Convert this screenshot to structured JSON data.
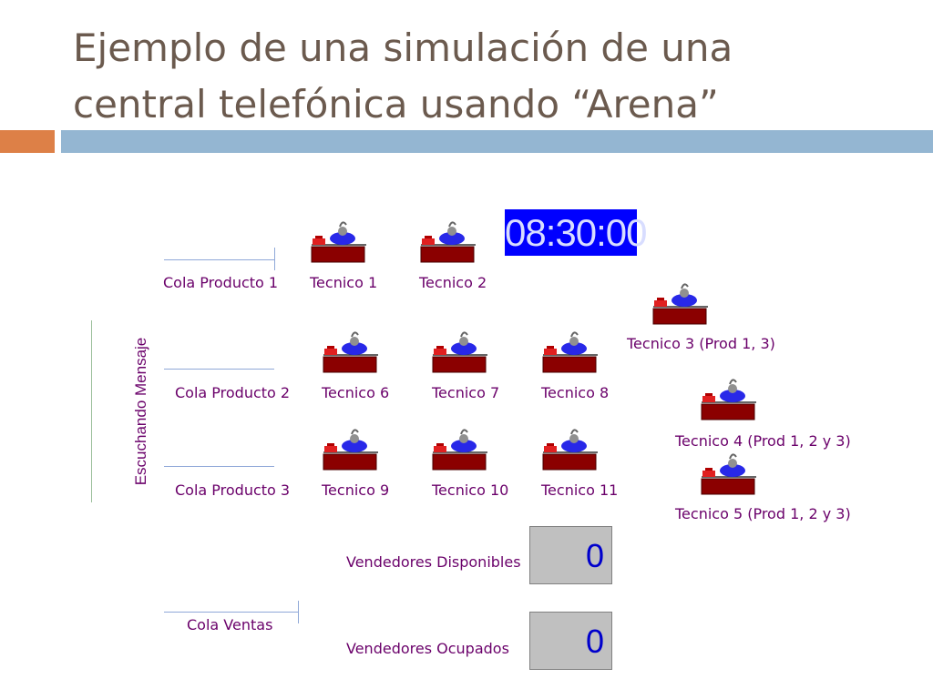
{
  "slide": {
    "title_line1": "Ejemplo de una simulación de una",
    "title_line2": "central telefónica usando “Arena”"
  },
  "clock": "08:30:00",
  "vertical_label": "Escuchando Mensaje",
  "queues": {
    "p1": "Cola Producto 1",
    "p2": "Cola Producto 2",
    "p3": "Cola Producto 3",
    "ventas": "Cola Ventas"
  },
  "technicians": {
    "t1": "Tecnico 1",
    "t2": "Tecnico 2",
    "t3": "Tecnico 3 (Prod 1, 3)",
    "t4": "Tecnico 4 (Prod 1, 2 y 3)",
    "t5": "Tecnico 5 (Prod 1, 2 y 3)",
    "t6": "Tecnico 6",
    "t7": "Tecnico 7",
    "t8": "Tecnico 8",
    "t9": "Tecnico 9",
    "t10": "Tecnico 10",
    "t11": "Tecnico 11"
  },
  "counters": {
    "available_label": "Vendedores Disponibles",
    "available_value": "0",
    "busy_label": "Vendedores Ocupados",
    "busy_value": "0"
  },
  "colors": {
    "title": "#6b5a4e",
    "accent_orange": "#dd8047",
    "accent_blue": "#94b6d2",
    "label_purple": "#6a006a",
    "clock_bg": "#0000ff",
    "desk": "#8b0000"
  },
  "icon_names": [
    "technician-workstation-icon"
  ]
}
